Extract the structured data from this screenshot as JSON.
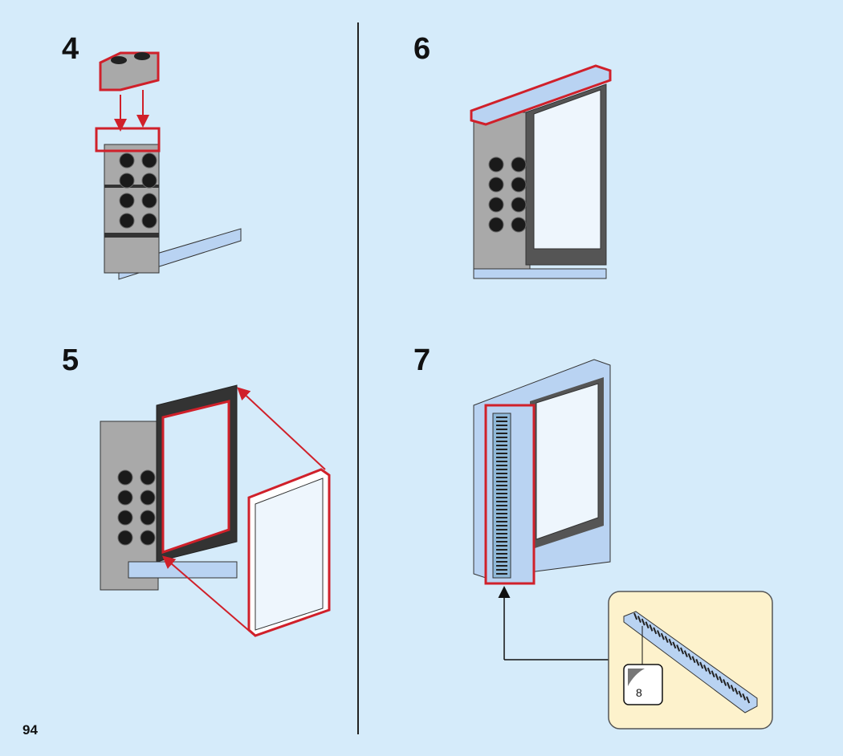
{
  "page_number": "94",
  "steps": [
    {
      "number": "4"
    },
    {
      "number": "5"
    },
    {
      "number": "6"
    },
    {
      "number": "7"
    }
  ],
  "callout": {
    "sticker_number": "8"
  },
  "colors": {
    "background": "#d5ebfa",
    "highlight": "#d0202a",
    "callout_bg": "#fdf2cc",
    "brick_gray": "#a9a9a9",
    "light_blue": "#b9d3f2"
  }
}
